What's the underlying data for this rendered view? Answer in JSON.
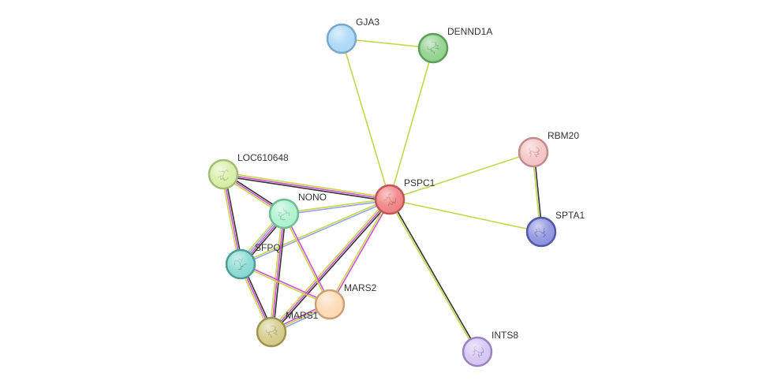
{
  "network": {
    "nodes": [
      {
        "label": "GJA3",
        "fill": "#a9d8f7",
        "stroke": "#79a8cb",
        "structure": false
      },
      {
        "label": "DENND1A",
        "fill": "#8fd18b",
        "stroke": "#5c9d59",
        "structure": true
      },
      {
        "label": "RBM20",
        "fill": "#f5c3c3",
        "stroke": "#c28b8b",
        "structure": true
      },
      {
        "label": "PSPC1",
        "fill": "#f08080",
        "stroke": "#c25656",
        "structure": true
      },
      {
        "label": "LOC610648",
        "fill": "#d7eea5",
        "stroke": "#a2be74",
        "structure": true
      },
      {
        "label": "NONO",
        "fill": "#abf1cd",
        "stroke": "#71bc95",
        "structure": true
      },
      {
        "label": "SPTA1",
        "fill": "#8b91e0",
        "stroke": "#5258a6",
        "structure": true
      },
      {
        "label": "SFPQ",
        "fill": "#85d9d2",
        "stroke": "#4e9d96",
        "structure": true
      },
      {
        "label": "MARS2",
        "fill": "#fdd8b3",
        "stroke": "#c8a277",
        "structure": false
      },
      {
        "label": "MARS1",
        "fill": "#d3c985",
        "stroke": "#9d9452",
        "structure": true
      },
      {
        "label": "INTS8",
        "fill": "#d4c4f3",
        "stroke": "#9983c3",
        "structure": true
      }
    ],
    "edges": [
      {
        "from": 0,
        "to": 1,
        "lines": [
          "#c5d64a"
        ]
      },
      {
        "from": 0,
        "to": 3,
        "lines": [
          "#c5d64a"
        ]
      },
      {
        "from": 1,
        "to": 3,
        "lines": [
          "#c5d64a"
        ]
      },
      {
        "from": 2,
        "to": 3,
        "lines": [
          "#c5d64a"
        ]
      },
      {
        "from": 2,
        "to": 6,
        "lines": [
          "#333333",
          "#c5d64a"
        ]
      },
      {
        "from": 3,
        "to": 6,
        "lines": [
          "#c5d64a"
        ]
      },
      {
        "from": 3,
        "to": 10,
        "lines": [
          "#333333",
          "#c5d64a"
        ]
      },
      {
        "from": 3,
        "to": 4,
        "lines": [
          "#333333",
          "#d04fd0",
          "#c5d64a"
        ]
      },
      {
        "from": 3,
        "to": 5,
        "lines": [
          "#96a2e6",
          "#c5d64a"
        ]
      },
      {
        "from": 3,
        "to": 7,
        "lines": [
          "#96a2e6",
          "#c5d64a"
        ]
      },
      {
        "from": 3,
        "to": 9,
        "lines": [
          "#333333",
          "#d04fd0",
          "#c5d64a"
        ]
      },
      {
        "from": 3,
        "to": 8,
        "lines": [
          "#d04fd0",
          "#c5d64a"
        ]
      },
      {
        "from": 4,
        "to": 5,
        "lines": [
          "#333333",
          "#d04fd0",
          "#c5d64a"
        ]
      },
      {
        "from": 4,
        "to": 7,
        "lines": [
          "#333333",
          "#d04fd0",
          "#c5d64a"
        ]
      },
      {
        "from": 5,
        "to": 7,
        "lines": [
          "#333333",
          "#d04fd0",
          "#96a2e6",
          "#c5d64a"
        ]
      },
      {
        "from": 5,
        "to": 9,
        "lines": [
          "#333333",
          "#d04fd0",
          "#c5d64a"
        ]
      },
      {
        "from": 5,
        "to": 8,
        "lines": [
          "#d04fd0",
          "#c5d64a"
        ]
      },
      {
        "from": 7,
        "to": 9,
        "lines": [
          "#333333",
          "#d04fd0",
          "#c5d64a"
        ]
      },
      {
        "from": 7,
        "to": 8,
        "lines": [
          "#d04fd0",
          "#c5d64a"
        ]
      },
      {
        "from": 8,
        "to": 9,
        "lines": [
          "#96a2e6",
          "#c5d64a",
          "#d04fd0"
        ]
      }
    ]
  }
}
